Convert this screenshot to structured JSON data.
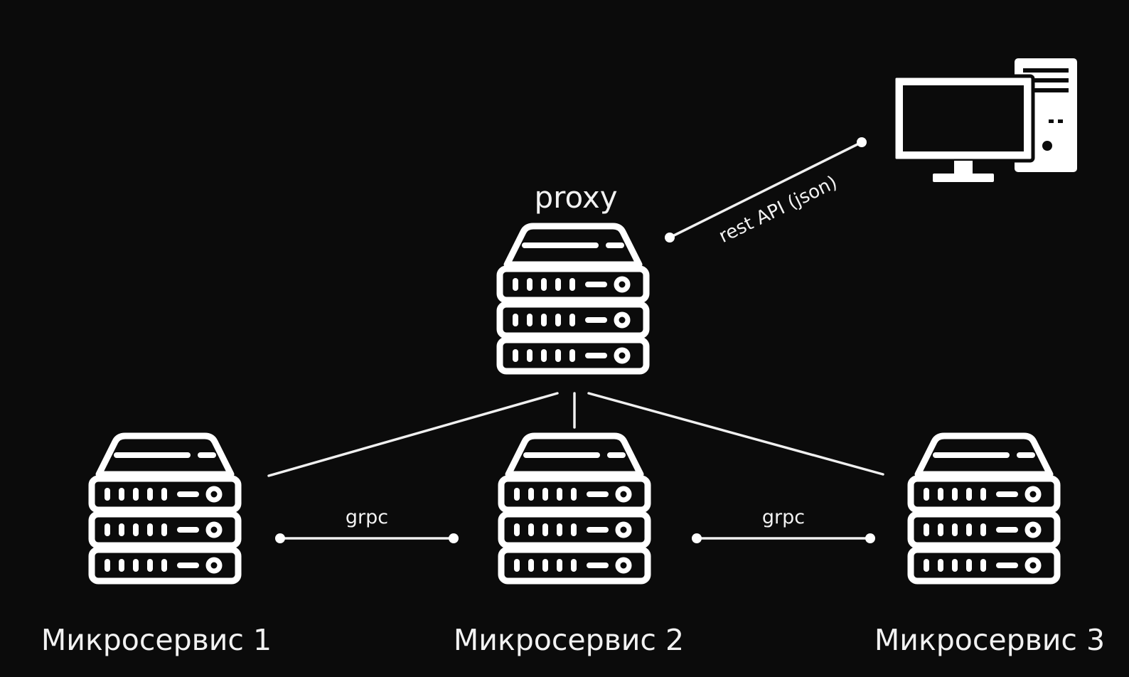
{
  "diagram": {
    "background": "#0b0b0b",
    "foreground": "#ffffff",
    "nodes": {
      "proxy": {
        "label": "proxy",
        "icon": "server-rack-icon"
      },
      "ms1": {
        "label": "Микросервис 1",
        "icon": "server-rack-icon"
      },
      "ms2": {
        "label": "Микросервис 2",
        "icon": "server-rack-icon"
      },
      "ms3": {
        "label": "Микросервис 3",
        "icon": "server-rack-icon"
      },
      "client": {
        "icon": "desktop-computer-icon"
      }
    },
    "edges": {
      "rest": {
        "label": "rest API (json)"
      },
      "grpc_1_2": {
        "label": "grpc"
      },
      "grpc_2_3": {
        "label": "grpc"
      }
    }
  }
}
